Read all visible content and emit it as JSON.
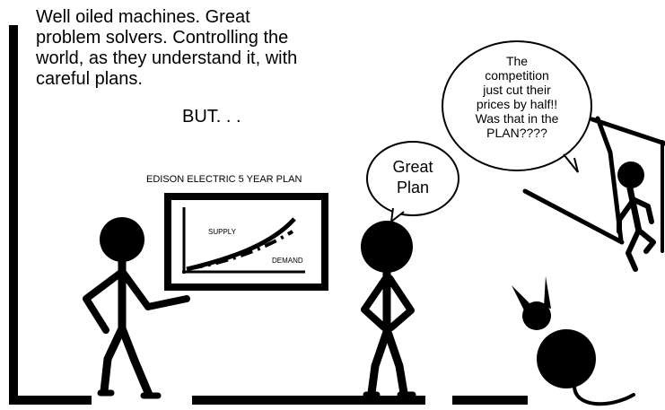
{
  "caption": {
    "text": "Well oiled machines. Great\nproblem solvers. Controlling the\nworld, as they understand it, with\ncareful plans.",
    "but": "BUT. . ."
  },
  "chart_board": {
    "title": "EDISON ELECTRIC 5 YEAR PLAN",
    "supply_label": "SUPPLY",
    "demand_label": "DEMAND"
  },
  "bubbles": {
    "great_plan": "Great\nPlan",
    "competition": "The\ncompetition\njust cut their\nprices by half!!\nWas that in the\nPLAN????"
  },
  "colors": {
    "ink": "#000000",
    "paper": "#ffffff"
  }
}
